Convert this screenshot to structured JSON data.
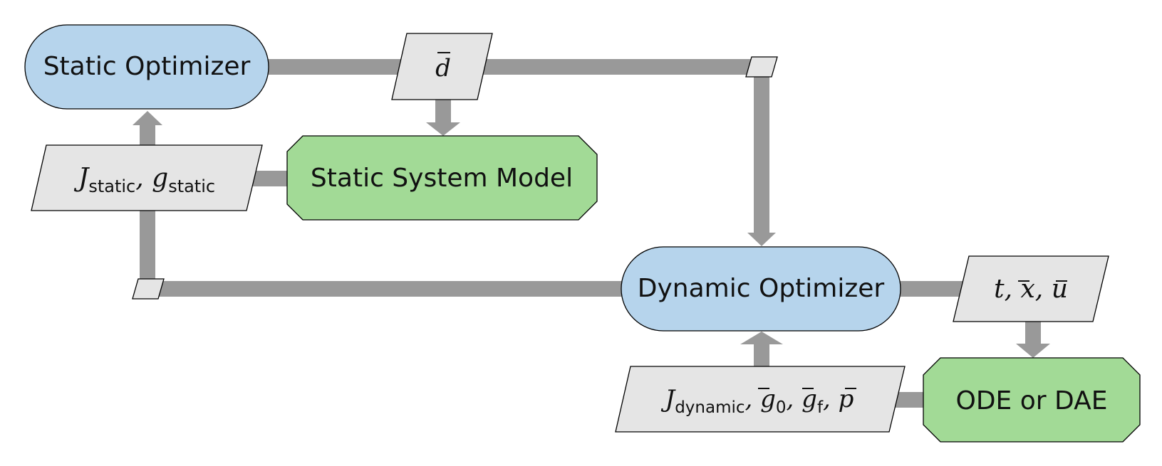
{
  "colors": {
    "optimizer_fill": "#b6d4ec",
    "model_fill": "#a2da96",
    "data_fill": "#e5e5e5",
    "connector": "#999999",
    "outline": "#000000"
  },
  "nodes": {
    "static_optimizer": {
      "label": "Static Optimizer"
    },
    "static_system_model": {
      "label": "Static System Model"
    },
    "dynamic_optimizer": {
      "label": "Dynamic Optimizer"
    },
    "ode_or_dae": {
      "label": "ODE or DAE"
    },
    "d_bar": {
      "symbol": "d"
    },
    "static_objective": {
      "J": "J",
      "J_sub": "static",
      "g": "g",
      "g_sub": "static"
    },
    "dynamic_objective": {
      "J": "J",
      "J_sub": "dynamic",
      "g0": "g",
      "g0_sub": "0",
      "gf": "g",
      "gf_sub": "f",
      "p": "p"
    },
    "trajectory": {
      "t": "t",
      "x": "x",
      "u": "u"
    },
    "separator": ", "
  }
}
